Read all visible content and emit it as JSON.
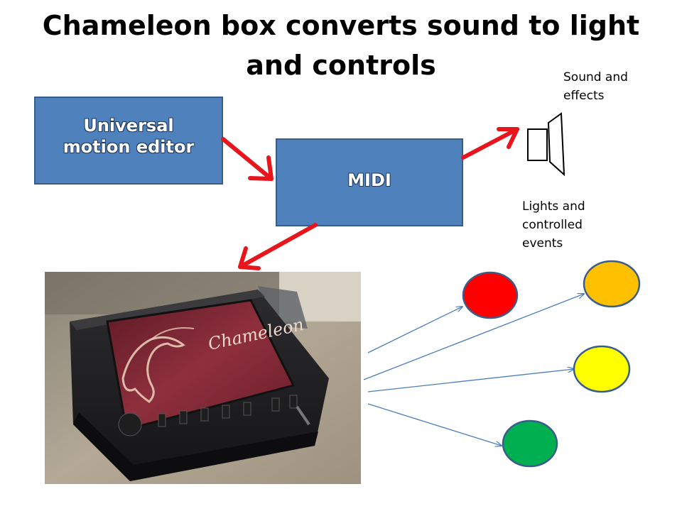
{
  "slide": {
    "title": "Chameleon box converts sound to light and controls"
  },
  "boxes": {
    "editor": "Universal motion editor",
    "midi": "MIDI"
  },
  "notes": {
    "sound": "Sound and effects",
    "lights": "Lights and controlled events"
  },
  "photo": {
    "logo_text": "Chameleon"
  },
  "colors": {
    "box_fill": "#4f81bd",
    "box_border": "#385d8a",
    "arrow_red": "#e8161c",
    "connector_blue": "#4a7ebb",
    "light_red": "#ff0000",
    "light_orange": "#ffc000",
    "light_yellow": "#ffff00",
    "light_green": "#00b050",
    "light_outline": "#385d8a"
  },
  "icons": [
    "speaker-icon"
  ]
}
